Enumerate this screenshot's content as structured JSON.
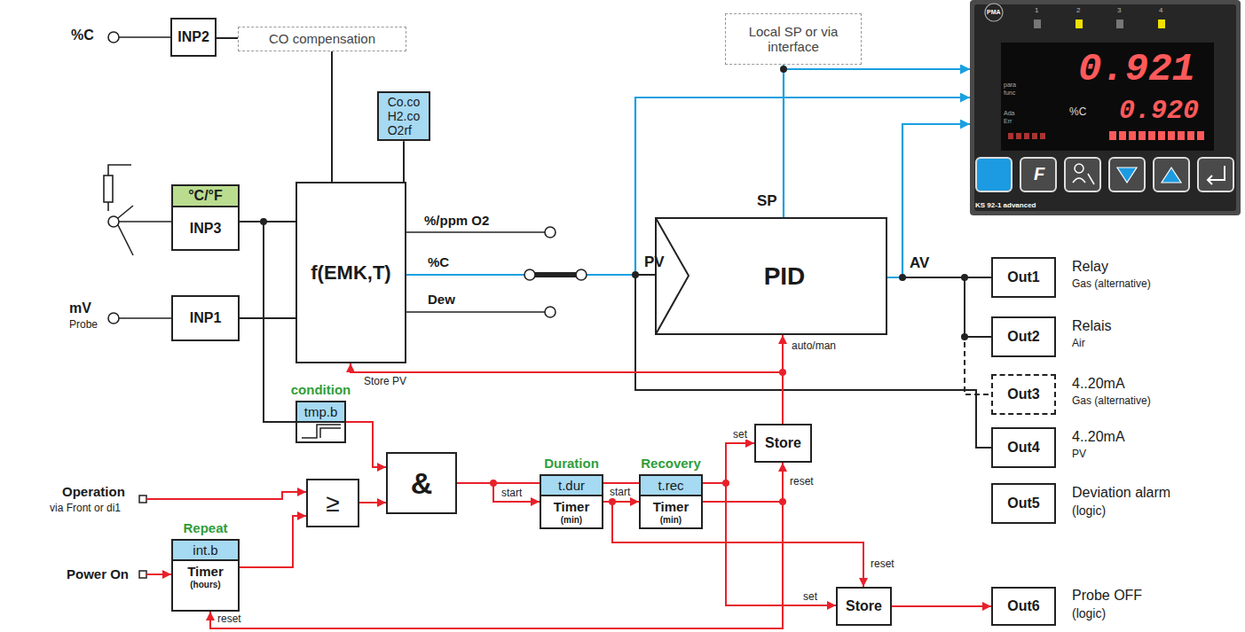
{
  "diagram": {
    "nodes": [
      {
        "text": [
          "INP2"
        ]
      },
      {
        "text": [
          "CO compensation"
        ]
      },
      {
        "text": [
          "Co.co H2.co O2rf"
        ]
      },
      {
        "text": [
          "°C/°F",
          "INP3"
        ]
      },
      {
        "text": [
          "f(EMK,T)"
        ]
      },
      {
        "text": [
          "INP1"
        ]
      },
      {
        "text": [
          "Local SP or via interface"
        ]
      },
      {
        "text": [
          "PID"
        ]
      },
      {
        "text": [
          "PMA",
          "1",
          "2",
          "3",
          "4",
          "0.921",
          "%C",
          "0.920",
          "para",
          "func",
          "Ada",
          "Err",
          "F",
          "KS 92-1 advanced"
        ]
      },
      {
        "text": [
          "Out1"
        ]
      },
      {
        "text": [
          "Out2"
        ]
      },
      {
        "text": [
          "Out3"
        ]
      },
      {
        "text": [
          "Out4"
        ]
      },
      {
        "text": [
          "Out5"
        ]
      },
      {
        "text": [
          "Out6"
        ]
      },
      {
        "text": [
          "condition",
          "tmp.b"
        ]
      },
      {
        "text": [
          "≥"
        ]
      },
      {
        "text": [
          "&"
        ]
      },
      {
        "text": [
          "Repeat",
          "int.b",
          "Timer",
          "(hours)"
        ]
      },
      {
        "text": [
          "Duration",
          "t.dur",
          "Timer",
          "(min)"
        ]
      },
      {
        "text": [
          "Recovery",
          "t.rec",
          "Timer",
          "(min)"
        ]
      },
      {
        "text": [
          "Store"
        ]
      },
      {
        "text": [
          "Store"
        ]
      }
    ],
    "edges": [
      {
        "from": 0,
        "to": 1,
        "arrow": "none"
      },
      {
        "from": 1,
        "to": 4,
        "arrow": "none"
      },
      {
        "from": 2,
        "to": 4,
        "arrow": "none"
      },
      {
        "from": 3,
        "to": 4,
        "arrow": "none"
      },
      {
        "from": 5,
        "to": 4,
        "arrow": "none"
      },
      {
        "from": 3,
        "to": 15,
        "arrow": "none"
      },
      {
        "from": 4,
        "to": 7,
        "arrow": "none"
      },
      {
        "from": 7,
        "to": 9,
        "arrow": "none"
      },
      {
        "from": 7,
        "to": 10,
        "arrow": "none"
      },
      {
        "from": 7,
        "to": 11,
        "arrow": "none"
      },
      {
        "from": 4,
        "to": 12,
        "arrow": "none"
      },
      {
        "from": 6,
        "to": 8,
        "arrow": "to"
      },
      {
        "from": 7,
        "to": 8,
        "arrow": "to"
      },
      {
        "from": 4,
        "to": 8,
        "arrow": "to"
      },
      {
        "from": 7,
        "to": 8,
        "arrow": "to"
      },
      {
        "from": 18,
        "to": 16,
        "arrow": "to"
      },
      {
        "from": 15,
        "to": 17,
        "arrow": "to"
      },
      {
        "from": 16,
        "to": 17,
        "arrow": "to"
      },
      {
        "from": 17,
        "to": 19,
        "arrow": "to",
        "label": "start"
      },
      {
        "from": 19,
        "to": 20,
        "arrow": "to",
        "label": "start"
      },
      {
        "from": 17,
        "to": 21,
        "arrow": "to",
        "label": "set"
      },
      {
        "from": 17,
        "to": 22,
        "arrow": "to",
        "label": "set"
      },
      {
        "from": 19,
        "to": 22,
        "arrow": "to",
        "label": "reset"
      },
      {
        "from": 20,
        "to": 21,
        "arrow": "to",
        "label": "reset"
      },
      {
        "from": 20,
        "to": 18,
        "arrow": "to",
        "label": "reset"
      },
      {
        "from": 21,
        "to": 7,
        "arrow": "to",
        "label": "auto/man"
      },
      {
        "from": 21,
        "to": 4,
        "arrow": "to",
        "label": "Store PV"
      },
      {
        "from": 22,
        "to": 14,
        "arrow": "to"
      }
    ],
    "labels": [
      "%C",
      "mV",
      "Probe",
      "Operation",
      "via Front or di1",
      "Power On",
      "%/ppm O2",
      "%C",
      "Dew",
      "PV",
      "SP",
      "AV",
      "Relay",
      "Gas (alternative)",
      "Relais",
      "Air",
      "4..20mA",
      "Gas (alternative)",
      "4..20mA",
      "PV",
      "Deviation alarm",
      "(logic)",
      "Probe OFF",
      "(logic)"
    ]
  }
}
